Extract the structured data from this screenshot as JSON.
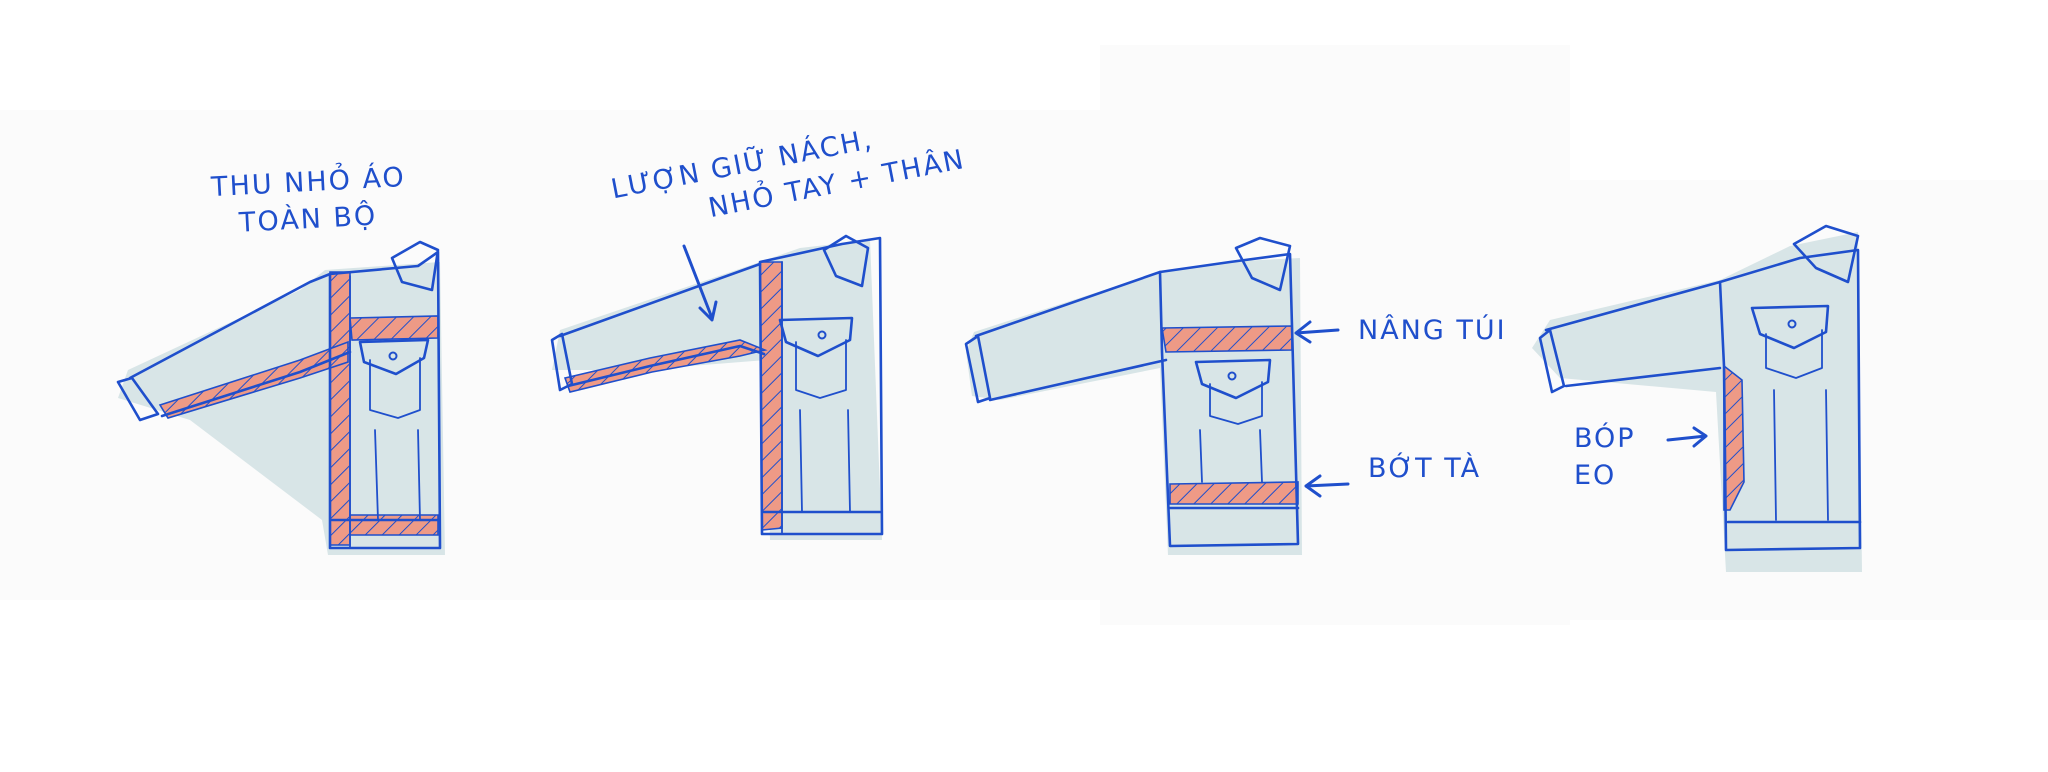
{
  "colors": {
    "ink": "#1f4fcc",
    "fabric": "#d4e2e4",
    "fabric_edge": "#c8d9dc",
    "highlight": "#ee9a86",
    "paper": "#fbfbfb"
  },
  "sketches": [
    {
      "note_lines": [
        "THU NHỎ ÁO",
        "TOÀN BỘ"
      ]
    },
    {
      "note_lines": [
        "LƯỢN GIỮ NÁCH,",
        "NHỎ TAY + THÂN"
      ]
    },
    {
      "notes": [
        {
          "text": "NÂNG TÚI"
        },
        {
          "text": "BỚT TÀ"
        }
      ]
    },
    {
      "note_lines": [
        "BÓP",
        "EO"
      ]
    }
  ]
}
